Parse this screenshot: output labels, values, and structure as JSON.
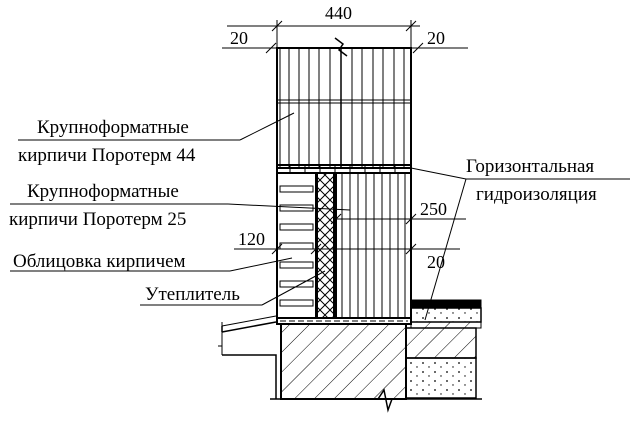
{
  "labels": {
    "blocks44_line1": "Крупноформатные",
    "blocks44_line2": "кирпичи Поротерм 44",
    "blocks25_line1": "Крупноформатные",
    "blocks25_line2": "кирпичи Поротерм 25",
    "cladding": "Облицовка кирпичем",
    "insulation": "Утеплитель",
    "waterproof_line1": "Горизонтальная",
    "waterproof_line2": "гидроизоляция"
  },
  "dimensions": {
    "top_width": "440",
    "top_left_gap": "20",
    "top_right_gap": "20",
    "inner_width": "250",
    "cladding_width": "120",
    "inner_right_gap": "20"
  }
}
